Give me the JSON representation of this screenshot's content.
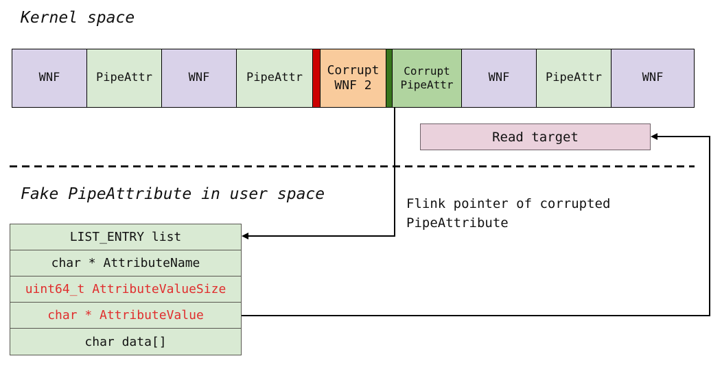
{
  "diagram": {
    "kernel_title": "Kernel space",
    "user_title": "Fake PipeAttribute in user space",
    "memory_bar": {
      "blocks": [
        {
          "label": "WNF",
          "type": "wnf"
        },
        {
          "label": "PipeAttr",
          "type": "pipeattr"
        },
        {
          "label": "WNF",
          "type": "wnf"
        },
        {
          "label": "PipeAttr",
          "type": "pipeattr"
        },
        {
          "label": "",
          "type": "red-corruption-marker"
        },
        {
          "label": "Corrupt\nWNF 2",
          "type": "corrupt-wnf"
        },
        {
          "label": "",
          "type": "green-corruption-marker"
        },
        {
          "label": "Corrupt\nPipeAttr",
          "type": "corrupt-pipeattr"
        },
        {
          "label": "WNF",
          "type": "wnf"
        },
        {
          "label": "PipeAttr",
          "type": "pipeattr"
        },
        {
          "label": "WNF",
          "type": "wnf"
        }
      ]
    },
    "read_target": {
      "label": "Read target"
    },
    "flink_annotation": "Flink pointer of corrupted\nPipeAttribute",
    "fake_table": {
      "rows": [
        {
          "label": "LIST_ENTRY list",
          "highlight": false
        },
        {
          "label": "char * AttributeName",
          "highlight": false
        },
        {
          "label": "uint64_t AttributeValueSize",
          "highlight": true
        },
        {
          "label": "char * AttributeValue",
          "highlight": true
        },
        {
          "label": "char data[]",
          "highlight": false
        }
      ]
    }
  },
  "colors": {
    "wnf-fill": "#d9d2e9",
    "pipeattr-fill": "#d9ead3",
    "corrupt-wnf-fill": "#f9cb9c",
    "corrupt-pipeattr-fill": "#b0d49f",
    "red-marker": "#cc0000",
    "green-marker": "#38761d",
    "read-target-fill": "#ead1dc",
    "table-fill": "#d9ead3",
    "highlight-text": "#e02d2d",
    "line": "#000000"
  }
}
